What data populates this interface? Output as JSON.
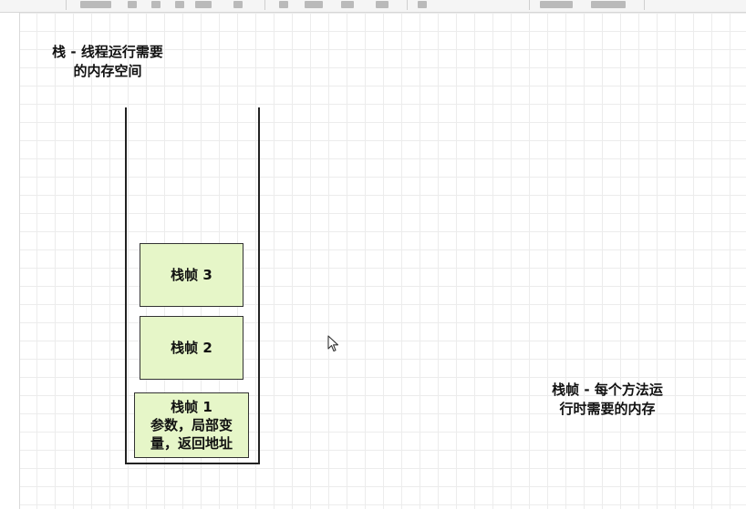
{
  "diagram": {
    "stack_title_line1": "栈 - 线程运行需要",
    "stack_title_line2": "的内存空间",
    "frames": [
      {
        "label": "栈帧 3"
      },
      {
        "label": "栈帧 2"
      },
      {
        "label": "栈帧 1",
        "detail_line1": "参数，局部变",
        "detail_line2": "量，返回地址"
      }
    ],
    "frame_note_line1": "栈帧 - 每个方法运",
    "frame_note_line2": "行时需要的内存"
  },
  "colors": {
    "frame_fill": "#e6f6c8",
    "frame_border": "#333333",
    "grid_line": "#ececec"
  },
  "icons": {
    "cursor": "arrow-pointer-icon"
  }
}
